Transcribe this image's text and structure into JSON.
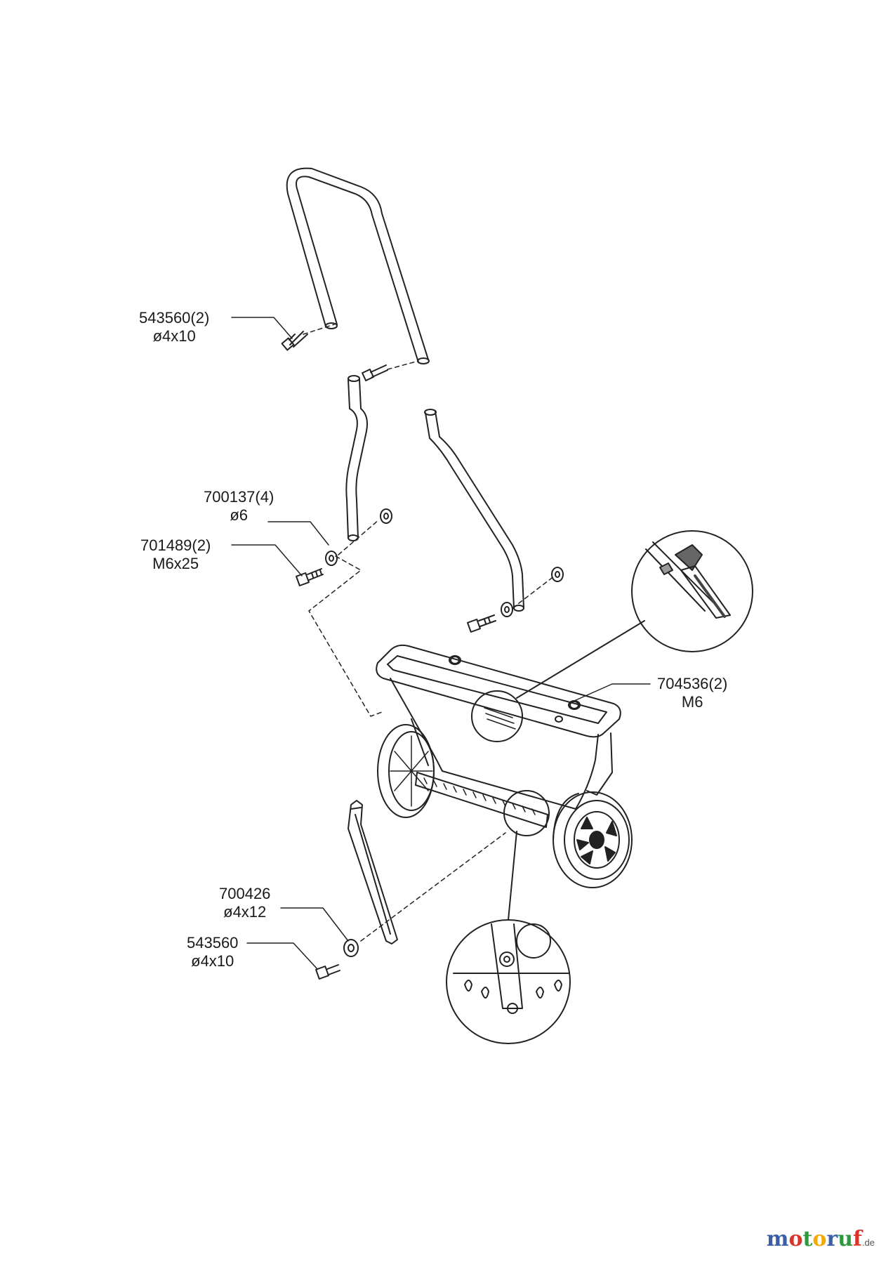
{
  "labels": [
    {
      "id": "543560-2",
      "part": "543560(2)",
      "size": "ø4x10"
    },
    {
      "id": "700137-4",
      "part": "700137(4)",
      "size": "ø6"
    },
    {
      "id": "701489-2",
      "part": "701489(2)",
      "size": "M6x25"
    },
    {
      "id": "704536-2",
      "part": "704536(2)",
      "size": "M6"
    },
    {
      "id": "700426",
      "part": "700426",
      "size": "ø4x12"
    },
    {
      "id": "543560",
      "part": "543560",
      "size": "ø4x10"
    }
  ],
  "watermark": {
    "letters": [
      "m",
      "o",
      "t",
      "o",
      "r",
      "u",
      "f"
    ],
    "letter_colors": [
      "#3a5fa8",
      "#d9342b",
      "#2e9a3e",
      "#f2a900",
      "#3a5fa8",
      "#2e9a3e",
      "#d9342b"
    ],
    "suffix": ".de"
  }
}
